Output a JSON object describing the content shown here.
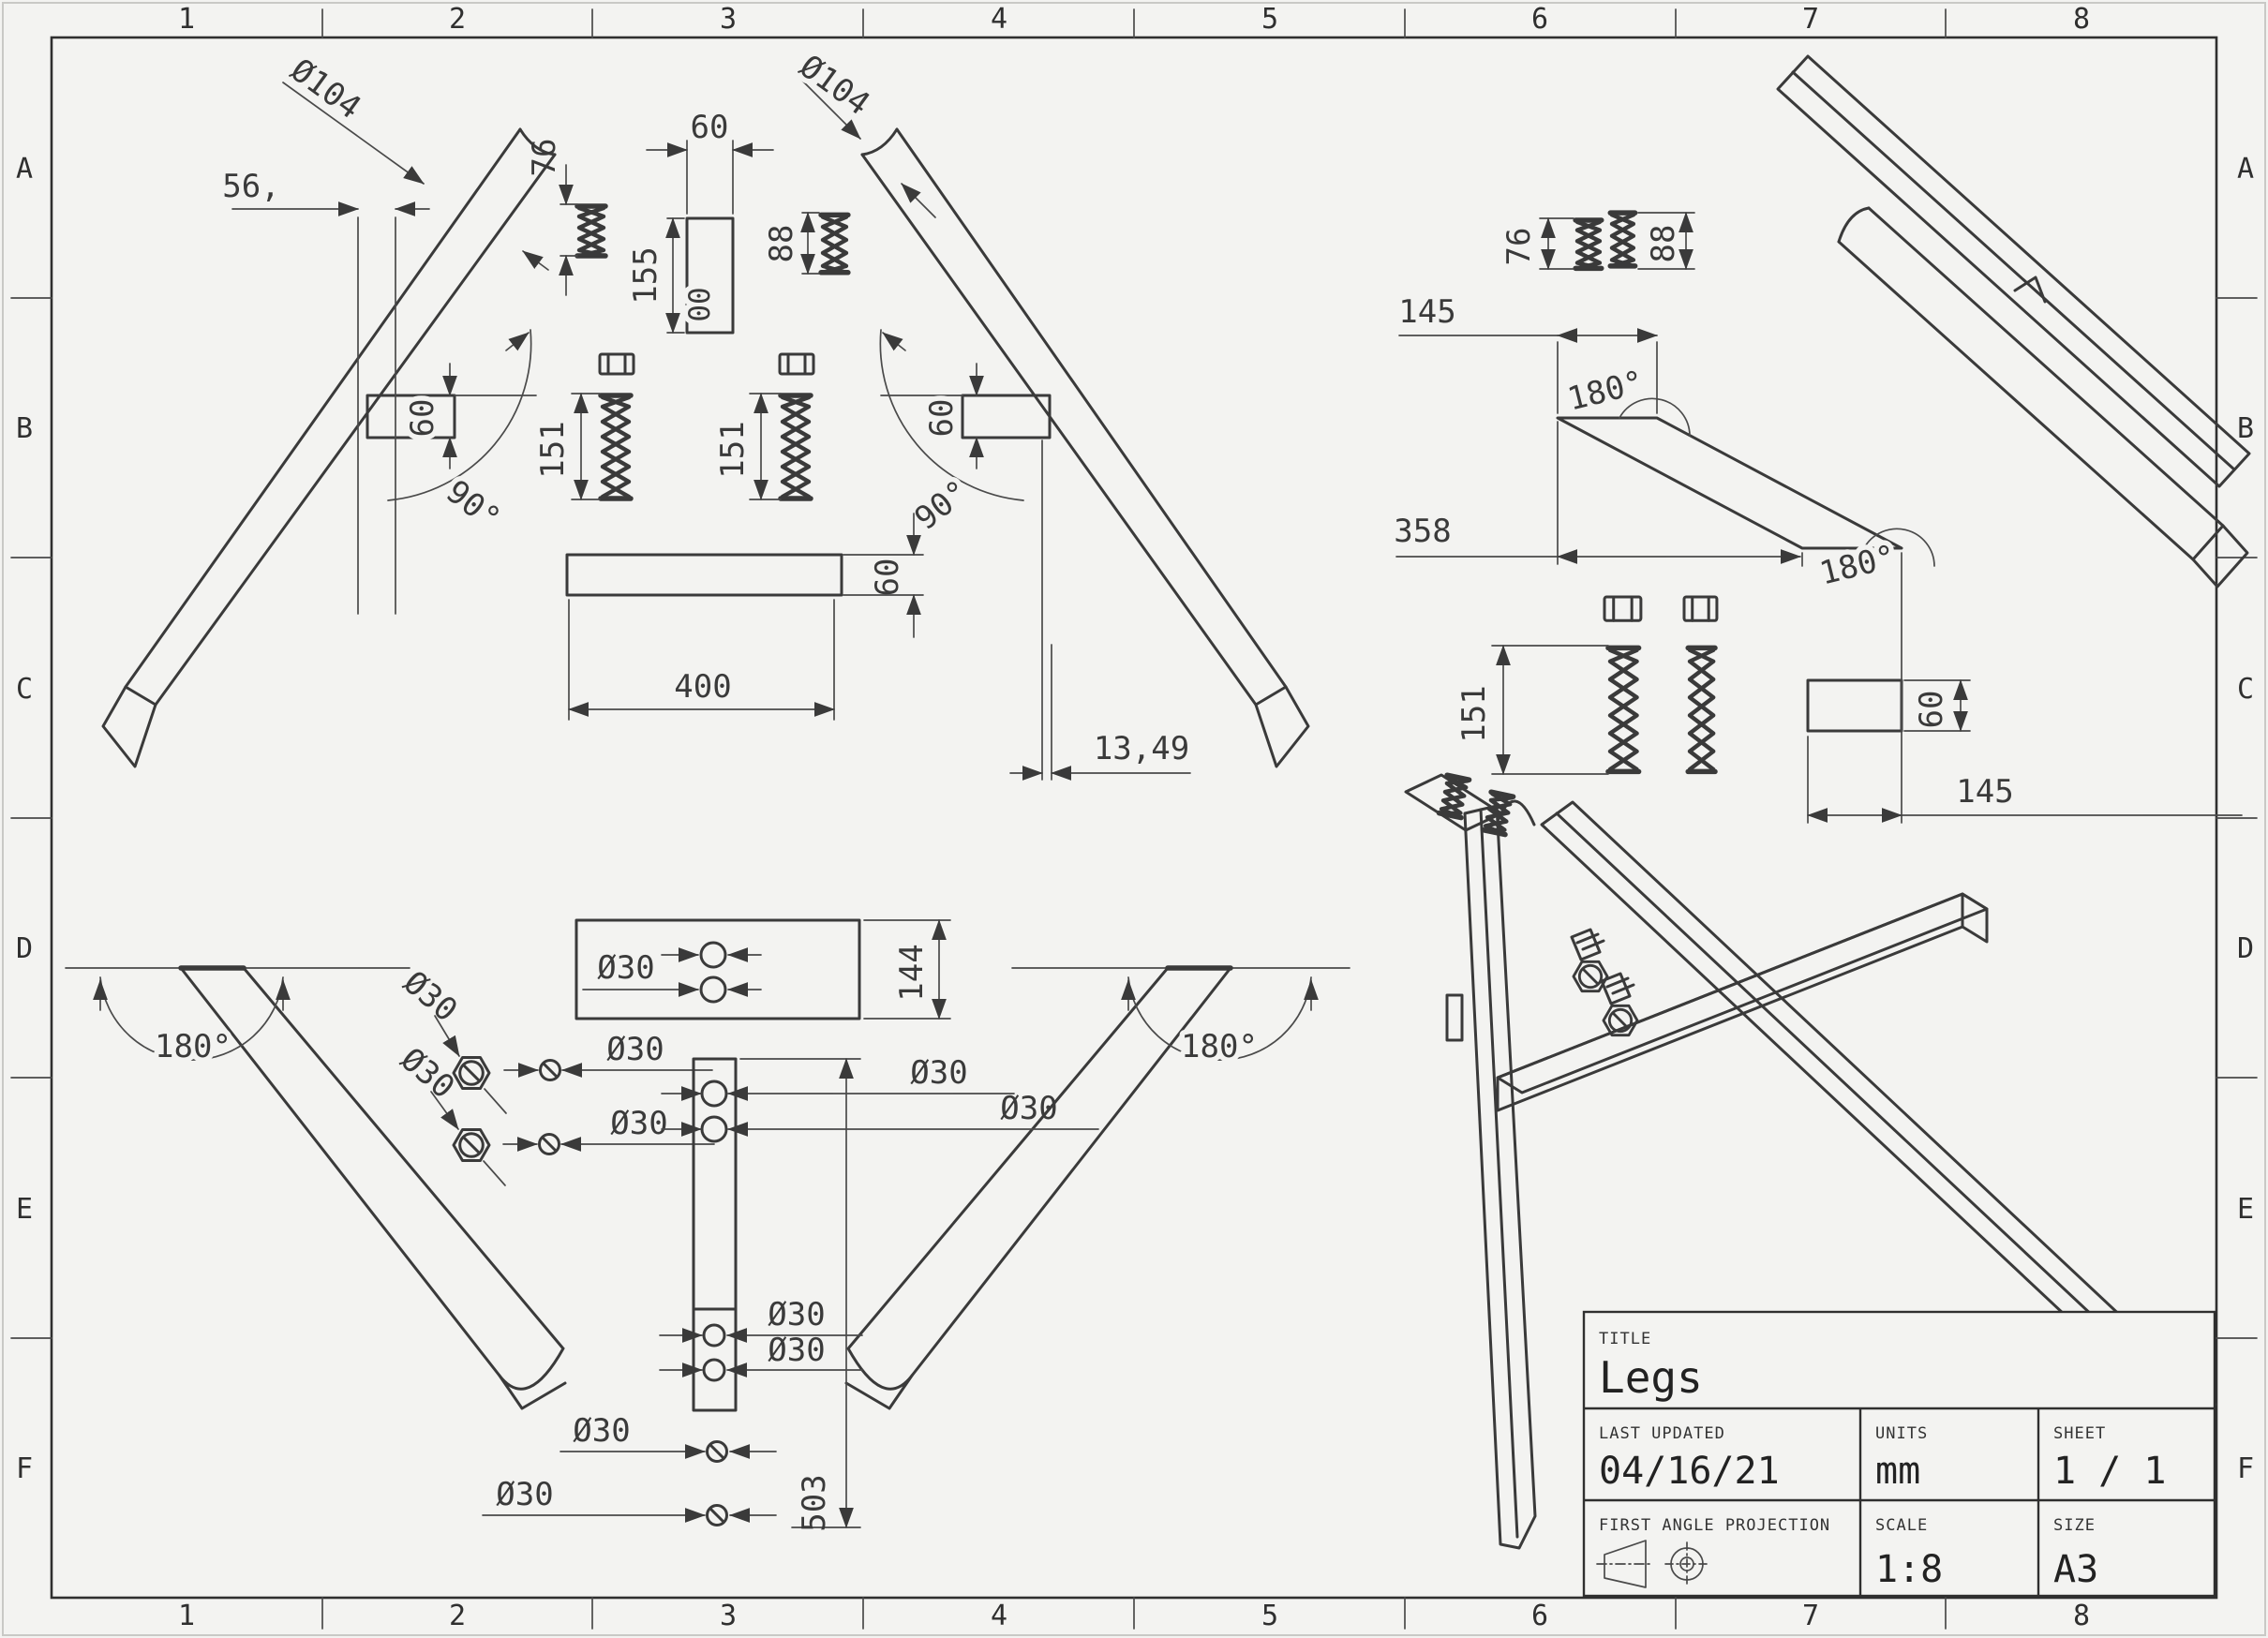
{
  "colors": {
    "ink": "#3a3a3a",
    "paper": "#f3f3f1"
  },
  "sheet": {
    "grid_columns": [
      "1",
      "2",
      "3",
      "4",
      "5",
      "6",
      "7",
      "8"
    ],
    "grid_rows": [
      "A",
      "B",
      "C",
      "D",
      "E",
      "F"
    ]
  },
  "title_block": {
    "title_label": "TITLE",
    "title": "Legs",
    "last_updated_label": "LAST UPDATED",
    "last_updated": "04/16/21",
    "units_label": "UNITS",
    "units": "mm",
    "sheet_label": "SHEET",
    "sheet_number": "1 / 1",
    "projection_label": "FIRST ANGLE PROJECTION",
    "scale_label": "SCALE",
    "scale": "1:8",
    "size_label": "SIZE",
    "size": "A3"
  },
  "views": {
    "front_exploded": {
      "saddle_dia_left": "Ø104",
      "saddle_dia_right": "Ø104",
      "top_offset": "56,",
      "spring_left_len": "76",
      "block_width": "60",
      "block_height": "155",
      "block_marking": "00",
      "spring_right_len": "88",
      "tenon_left": "60",
      "tenon_right": "60",
      "angle_left": "90°",
      "angle_right": "90°",
      "coil_left_len": "151",
      "coil_right_len": "151",
      "bar_length": "400",
      "bar_height": "60",
      "foot_offset": "13,49"
    },
    "side_exploded": {
      "spring_left_len": "76",
      "spring_right_len": "88",
      "top_width": "145",
      "angle_upper": "180°",
      "bar_reach": "358",
      "angle_lower": "180°",
      "coil_len": "151",
      "tenon_height": "60",
      "bottom_width": "145"
    },
    "rear_exploded": {
      "angle_left": "180°",
      "angle_right": "180°",
      "nut_upper_dia": "Ø30",
      "nut_lower_dia": "Ø30",
      "washer_upper_dia": "Ø30",
      "washer_lower_dia": "Ø30",
      "plate_holes_dia": "Ø30",
      "plate_width": "144",
      "post_hole_1_dia": "Ø30",
      "post_hole_2_dia": "Ø30",
      "post_hole_3_dia": "Ø30",
      "post_hole_4_dia": "Ø30",
      "loose_washer_1_dia": "Ø30",
      "loose_washer_2_dia": "Ø30",
      "post_length": "503"
    }
  }
}
